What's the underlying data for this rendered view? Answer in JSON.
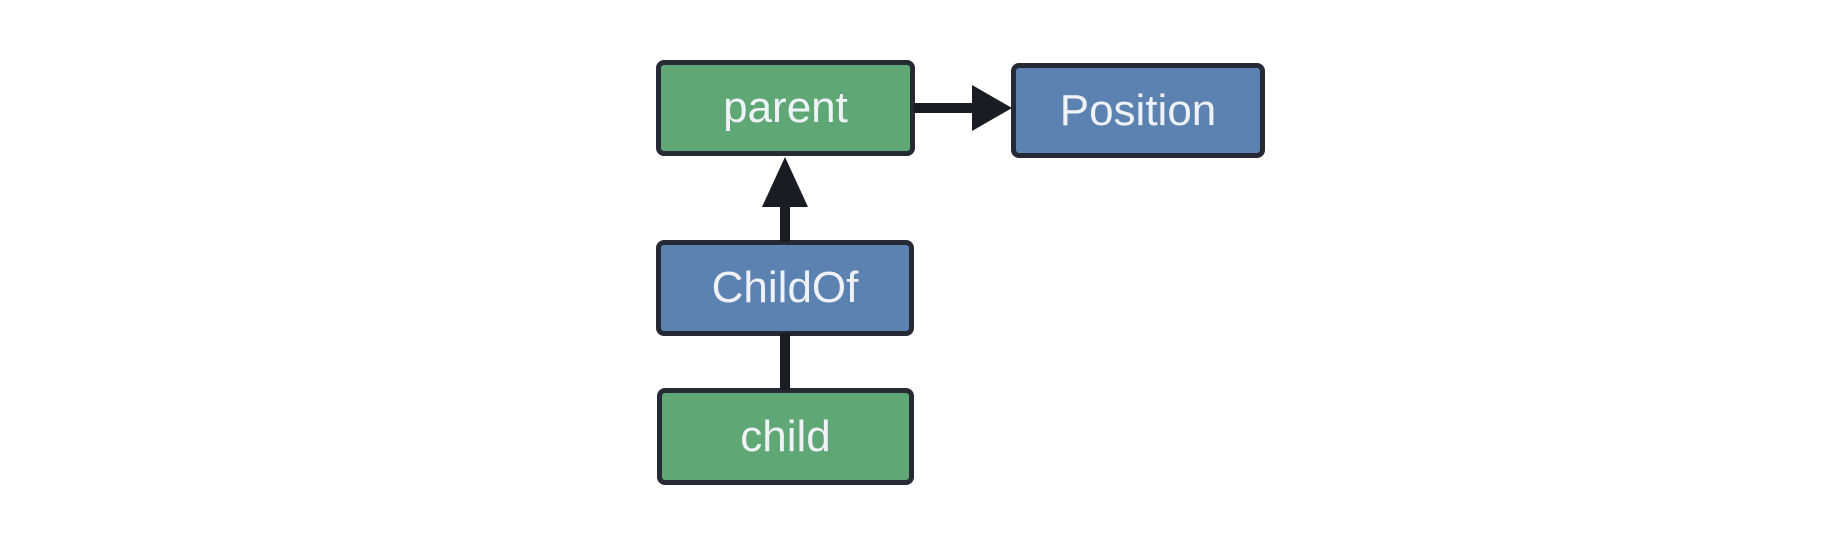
{
  "diagram": {
    "title": "entity relationship diagram",
    "background_color": "#ffffff",
    "colors": {
      "entity_fill": "#5fa876",
      "relationship_fill": "#5b82b0",
      "node_border": "#252a35",
      "edge_color": "#191c23",
      "label_color": "#eff3f8"
    },
    "nodes": [
      {
        "id": "parent",
        "label": "parent",
        "type": "entity"
      },
      {
        "id": "position",
        "label": "Position",
        "type": "component"
      },
      {
        "id": "childof",
        "label": "ChildOf",
        "type": "relationship"
      },
      {
        "id": "child",
        "label": "child",
        "type": "entity"
      }
    ],
    "edges": [
      {
        "from": "parent",
        "to": "position",
        "style": "arrow",
        "direction": "right"
      },
      {
        "from": "childof",
        "to": "parent",
        "style": "arrow",
        "direction": "up"
      },
      {
        "from": "child",
        "to": "childof",
        "style": "plain-line",
        "direction": "up"
      }
    ]
  }
}
